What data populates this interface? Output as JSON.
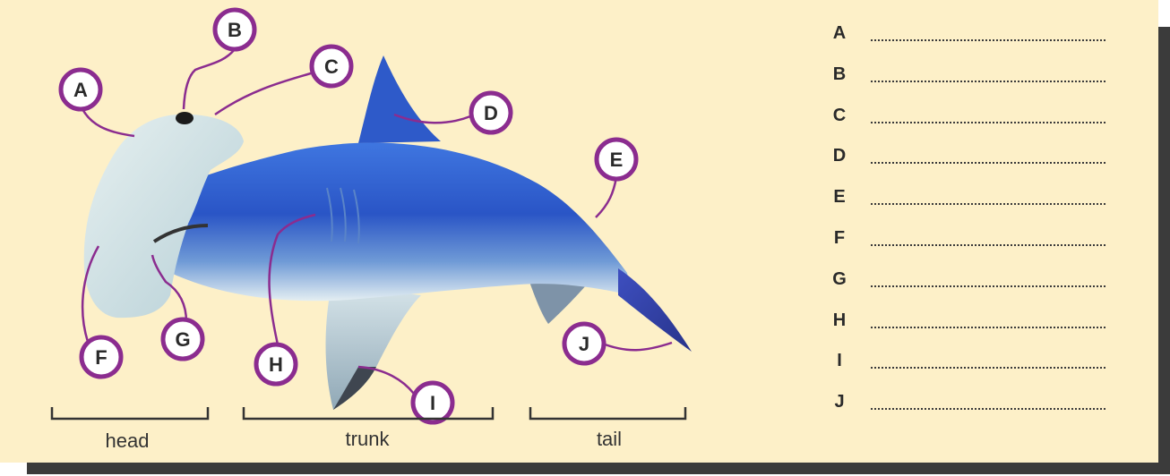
{
  "labels": {
    "A": "A",
    "B": "B",
    "C": "C",
    "D": "D",
    "E": "E",
    "F": "F",
    "G": "G",
    "H": "H",
    "I": "I",
    "J": "J"
  },
  "regions": {
    "head": "head",
    "trunk": "trunk",
    "tail": "tail"
  },
  "answer_rows": [
    {
      "letter": "A"
    },
    {
      "letter": "B"
    },
    {
      "letter": "C"
    },
    {
      "letter": "D"
    },
    {
      "letter": "E"
    },
    {
      "letter": "F"
    },
    {
      "letter": "G"
    },
    {
      "letter": "H"
    },
    {
      "letter": "I"
    },
    {
      "letter": "J"
    }
  ],
  "colors": {
    "background": "#fdf0c8",
    "callout_ring": "#8b2c8f",
    "callout_fill": "#ffffff",
    "shark_top": "#2f55c8",
    "shark_belly": "#dfe9ec"
  }
}
